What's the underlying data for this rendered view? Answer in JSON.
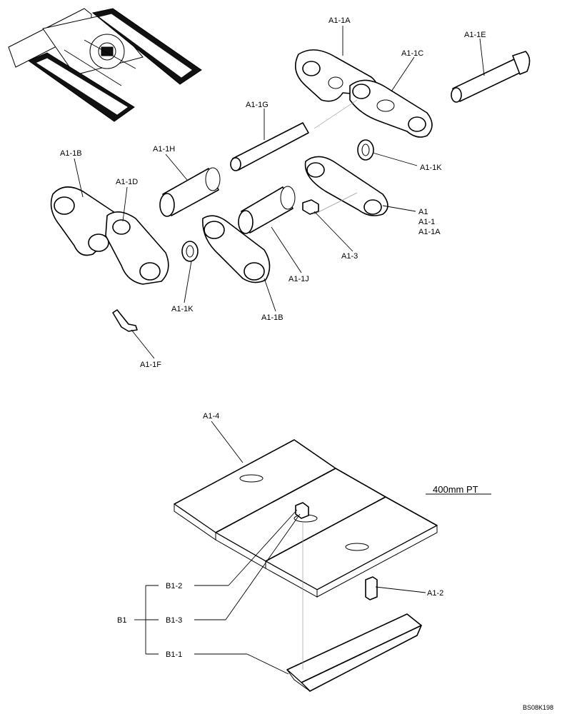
{
  "figure_code": "BS08K198",
  "shoe_spec": "400mm PT",
  "labels": {
    "a1_1a": "A1-1A",
    "a1_1e": "A1-1E",
    "a1_1c": "A1-1C",
    "a1_1g": "A1-1G",
    "a1_1h": "A1-1H",
    "a1_1b_left": "A1-1B",
    "a1_1d": "A1-1D",
    "a1_1k_right": "A1-1K",
    "a1": "A1",
    "a1_1": "A1-1",
    "a1_1a_stack": "A1-1A",
    "a1_3": "A1-3",
    "a1_1j": "A1-1J",
    "a1_1k_left": "A1-1K",
    "a1_1b_mid": "A1-1B",
    "a1_1f": "A1-1F",
    "a1_4": "A1-4",
    "b1_2": "B1-2",
    "b1": "B1",
    "b1_3": "B1-3",
    "b1_1": "B1-1",
    "a1_2": "A1-2"
  }
}
